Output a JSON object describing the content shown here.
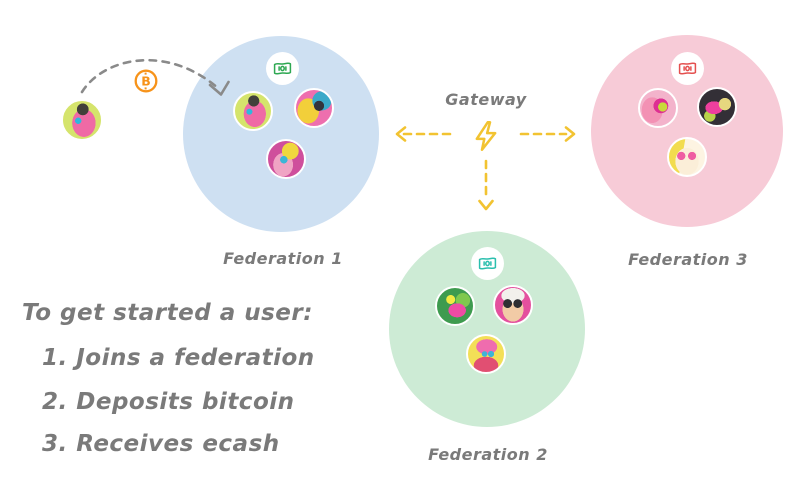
{
  "gateway": {
    "label": "Gateway",
    "icon": "lightning-bolt-icon",
    "arrow_color": "#f2c331"
  },
  "user_flow": {
    "avatar": "cyberpunk-profile-avatar",
    "bitcoin_icon": "bitcoin-icon",
    "deposit_arrow": "curved-dashed-arrow",
    "bitcoin_color": "#f7931a",
    "arrow_color": "#8a8a8a"
  },
  "federations": [
    {
      "label": "Federation 1",
      "circle_color": "#cee0f2",
      "note_icon": "ecash-note-icon",
      "note_icon_color": "#2ea852",
      "members": [
        "cyberpunk-profile-avatar",
        "blue-cap-headphones-avatar",
        "yellow-helmet-visor-avatar"
      ]
    },
    {
      "label": "Federation 2",
      "circle_color": "#cdebd5",
      "note_icon": "ecash-note-icon",
      "note_icon_color": "#2bbfae",
      "members": [
        "green-foliage-avatar",
        "elder-heart-sunglasses-avatar",
        "pink-helmet-red-jacket-avatar"
      ]
    },
    {
      "label": "Federation 3",
      "circle_color": "#f7cbd7",
      "note_icon": "ecash-note-icon",
      "note_icon_color": "#e4504f",
      "members": [
        "lime-headphones-profile-avatar",
        "pink-camera-hand-avatar",
        "pink-sunglasses-blonde-avatar"
      ]
    }
  ],
  "steps": {
    "intro": "To get started a user:",
    "items": [
      "1.  Joins a federation",
      "2.  Deposits bitcoin",
      "3.  Receives ecash"
    ],
    "text_color": "#7a7a7a"
  }
}
